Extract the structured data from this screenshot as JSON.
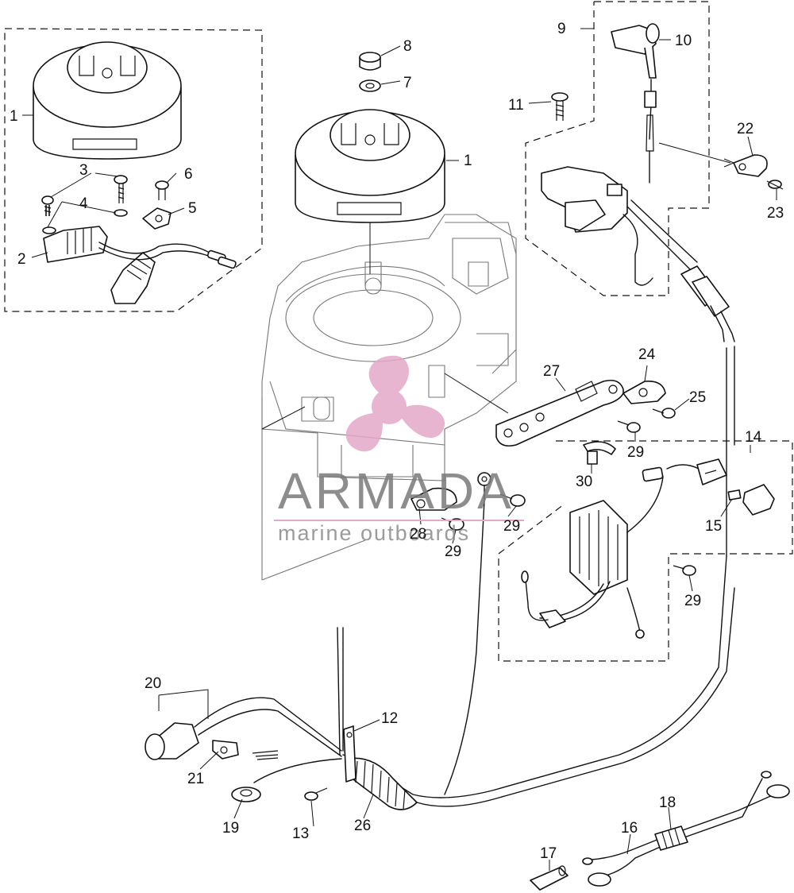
{
  "watermark": {
    "brand": "ARMADA",
    "tagline": "marine outboards",
    "color": "#e4a9c8"
  },
  "callouts": {
    "c1a": "1",
    "c1b": "1",
    "c2": "2",
    "c3": "3",
    "c4": "4",
    "c5": "5",
    "c6": "6",
    "c7": "7",
    "c8": "8",
    "c9": "9",
    "c10": "10",
    "c11": "11",
    "c12": "12",
    "c13": "13",
    "c14": "14",
    "c15": "15",
    "c16": "16",
    "c17": "17",
    "c18": "18",
    "c19": "19",
    "c20": "20",
    "c21": "21",
    "c22": "22",
    "c23": "23",
    "c24": "24",
    "c25": "25",
    "c26": "26",
    "c27": "27",
    "c28": "28",
    "c29a": "29",
    "c29b": "29",
    "c29c": "29",
    "c29d": "29",
    "c30": "30"
  }
}
